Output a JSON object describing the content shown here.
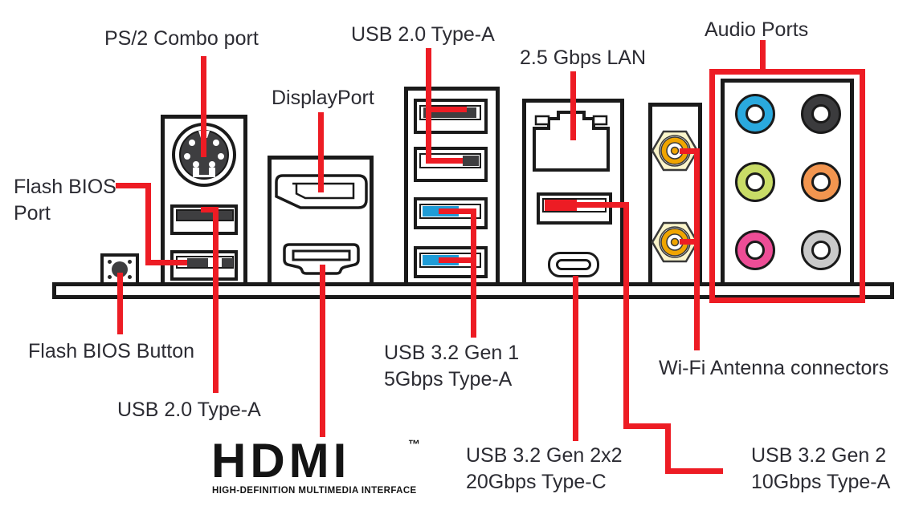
{
  "colors": {
    "callout_red": "#ED1C24",
    "outline_black": "#1A1A1A",
    "text_dark": "#2C2C33",
    "connector_dark": "#3E3E40",
    "usb3_blue": "#1E9CD7",
    "antenna_hex_fill": "#FBF5CB",
    "antenna_gold": "#F0A500",
    "audio_jacks": {
      "blue": "#2AA9DE",
      "black": "#3B3B3D",
      "lime": "#C9DC67",
      "orange": "#F2954F",
      "pink": "#ED4D96",
      "silver": "#C9C9C9"
    }
  },
  "labels": {
    "ps2": "PS/2 Combo port",
    "usb2_top": "USB 2.0 Type-A",
    "lan": "2.5 Gbps LAN",
    "audio": "Audio Ports",
    "displayport": "DisplayPort",
    "flash_bios_port": {
      "line1": "Flash BIOS",
      "line2": "Port"
    },
    "flash_bios_button": "Flash BIOS Button",
    "usb2_bottom": "USB 2.0 Type-A",
    "usb32_gen1": {
      "line1": "USB 3.2 Gen 1",
      "line2": "5Gbps Type-A"
    },
    "usb32_gen2x2": {
      "line1": "USB 3.2 Gen 2x2",
      "line2": "20Gbps Type-C"
    },
    "wifi": "Wi-Fi Antenna connectors",
    "usb32_gen2": {
      "line1": "USB 3.2 Gen 2",
      "line2": "10Gbps Type-A"
    }
  },
  "hdmi_logo": {
    "wordmark": "HDMI",
    "trademark": "™",
    "tagline": "HIGH-DEFINITION MULTIMEDIA INTERFACE"
  }
}
